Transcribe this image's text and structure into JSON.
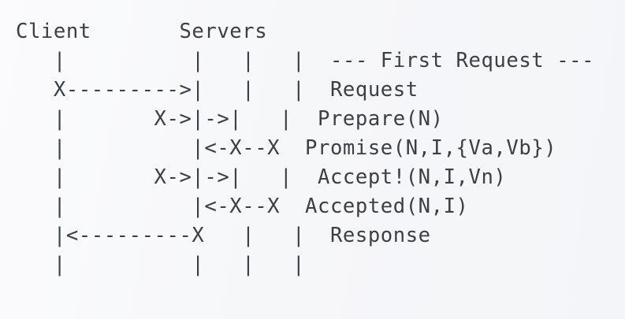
{
  "diagram": {
    "title_row": {
      "client_label": "Client",
      "servers_label": "Servers"
    },
    "columns": {
      "client": "Client",
      "proposer": "Servers",
      "acceptor_a": "Servers",
      "acceptor_b": "Servers"
    },
    "separator_label": "--- First Request ---",
    "messages": [
      "Request",
      "Prepare(N)",
      "Promise(N,I,{Va,Vb})",
      "Accept!(N,I,Vn)",
      "Accepted(N,I)",
      "Response"
    ],
    "lines": [
      "Client       Servers",
      "   |           |   |   |  --- First Request ---",
      "   X---------->|   |   |  Request",
      "   |        X->|->|   |  Prepare(N)",
      "   |          |<-X--X  Promise(N,I,{Va,Vb})",
      "   |        X->|->|   |  Accept!(N,I,Vn)",
      "   |          |<-X--X  Accepted(N,I)",
      "   |<---------X   |   |  Response",
      "   |           |   |   |"
    ],
    "rows": [
      {
        "name": "header",
        "client_col": "Client",
        "mid_art": "Servers",
        "label": ""
      },
      {
        "name": "lifelines-top",
        "client_col": "|",
        "mid_art": "|   |   |",
        "label": "--- First Request ---"
      },
      {
        "name": "client-request",
        "client_col": "X--------->",
        "mid_art": "|   |   |",
        "label": "Request"
      },
      {
        "name": "prepare",
        "client_col": "|",
        "mid_art": "X->|->|",
        "label": "Prepare(N)"
      },
      {
        "name": "promise",
        "client_col": "|",
        "mid_art": "|<-X--X",
        "label": "Promise(N,I,{Va,Vb})"
      },
      {
        "name": "accept",
        "client_col": "|",
        "mid_art": "X->|->|",
        "label": "Accept!(N,I,Vn)"
      },
      {
        "name": "accepted",
        "client_col": "|",
        "mid_art": "|<-X--X",
        "label": "Accepted(N,I)"
      },
      {
        "name": "client-response",
        "client_col": "|<---------X",
        "mid_art": "|   |",
        "label": "Response"
      },
      {
        "name": "lifelines-bottom",
        "client_col": "|",
        "mid_art": "|   |   |",
        "label": ""
      }
    ],
    "art": {
      "row_1": "Client       Servers",
      "row_2": "   |          |   |   |  --- First Request ---",
      "row_3": "   X--------->|   |   |  Request",
      "row_4": "   |       X->|->|   |  Prepare(N)",
      "row_5": "   |          |<-X--X  Promise(N,I,{Va,Vb})",
      "row_6": "   |       X->|->|   |  Accept!(N,I,Vn)",
      "row_7": "   |          |<-X--X  Accepted(N,I)",
      "row_8": "   |<---------X   |   |  Response",
      "row_9": "   |          |   |   |"
    },
    "colors": {
      "background": "#f7f8fa",
      "text": "#3b4046"
    }
  }
}
